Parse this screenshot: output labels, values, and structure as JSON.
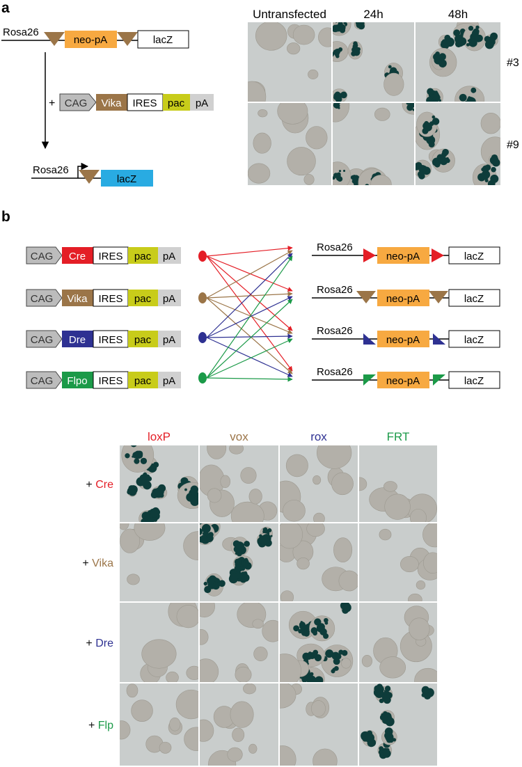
{
  "panel_a": {
    "label": "a",
    "construct": {
      "locus": "Rosa26",
      "cassette": "neo-pA",
      "reporter": "lacZ"
    },
    "plus_sign": "+",
    "transfection": {
      "promoter": "CAG",
      "recombinase": "Vika",
      "ires": "IRES",
      "selection": "pac",
      "polyA": "pA"
    },
    "result": {
      "locus": "Rosa26",
      "reporter": "lacZ"
    },
    "column_headers": [
      "Untransfected",
      "24h",
      "48h"
    ],
    "row_labels": [
      "#3",
      "#9"
    ],
    "stain_grid": [
      [
        0,
        0.55,
        0.9
      ],
      [
        0,
        0.45,
        0.85
      ]
    ]
  },
  "panel_b": {
    "label": "b",
    "recombinases": [
      {
        "name": "Cre",
        "color": "#e41e26"
      },
      {
        "name": "Vika",
        "color": "#9b7548"
      },
      {
        "name": "Dre",
        "color": "#2e3192"
      },
      {
        "name": "Flpo",
        "color": "#1b9a48"
      }
    ],
    "expression": {
      "promoter": "CAG",
      "ires": "IRES",
      "selection": "pac",
      "polyA": "pA"
    },
    "reporters": [
      {
        "locus": "Rosa26",
        "cassette": "neo-pA",
        "reporter": "lacZ",
        "site_color": "#e41e26"
      },
      {
        "locus": "Rosa26",
        "cassette": "neo-pA",
        "reporter": "lacZ",
        "site_color": "#9b7548"
      },
      {
        "locus": "Rosa26",
        "cassette": "neo-pA",
        "reporter": "lacZ",
        "site_color": "#2e3192"
      },
      {
        "locus": "Rosa26",
        "cassette": "neo-pA",
        "reporter": "lacZ",
        "site_color": "#1b9a48"
      }
    ],
    "grid_columns": [
      {
        "label": "loxP",
        "color": "#e41e26"
      },
      {
        "label": "vox",
        "color": "#9b7548"
      },
      {
        "label": "rox",
        "color": "#2e3192"
      },
      {
        "label": "FRT",
        "color": "#1b9a48"
      }
    ],
    "grid_rows": [
      {
        "prefix": "+",
        "name": "Cre",
        "color": "#e41e26"
      },
      {
        "prefix": "+",
        "name": "Vika",
        "color": "#9b7548"
      },
      {
        "prefix": "+",
        "name": "Dre",
        "color": "#2e3192"
      },
      {
        "prefix": "+",
        "name": "Flp",
        "color": "#1b9a48"
      }
    ],
    "stain_grid": [
      [
        1,
        0,
        0,
        0
      ],
      [
        0,
        1,
        0,
        0
      ],
      [
        0,
        0,
        1,
        0
      ],
      [
        0,
        0,
        0,
        1
      ]
    ]
  },
  "colors": {
    "site_brown": "#9b7548",
    "cassette_orange": "#f7a941",
    "lacz_blue": "#29abe2",
    "pac_yellow": "#c8cc1a",
    "promoter_gray": "#bcbcbc",
    "micrograph_bg": "#c9cdcc",
    "colony": "#b3b0a9",
    "stain": "#0e3c3a"
  }
}
